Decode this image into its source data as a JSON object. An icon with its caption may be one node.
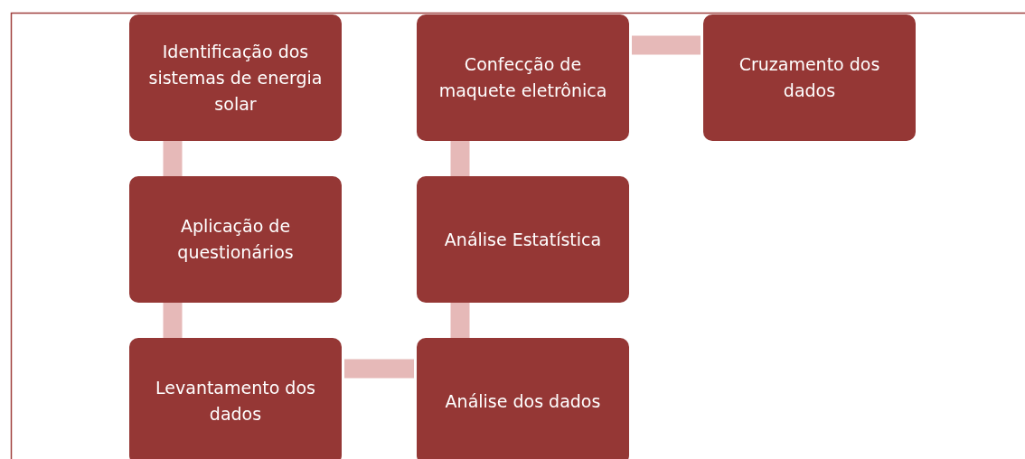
{
  "diagram": {
    "nodes": [
      {
        "text": [
          "Identificação dos sistemas de energia solar"
        ]
      },
      {
        "text": [
          "Aplicação de questionários"
        ]
      },
      {
        "text": [
          "Levantamento dos dados"
        ]
      },
      {
        "text": [
          "Análise dos dados"
        ]
      },
      {
        "text": [
          "Análise Estatística"
        ]
      },
      {
        "text": [
          "Confecção de maquete eletrônica"
        ]
      },
      {
        "text": [
          "Cruzamento dos dados"
        ]
      }
    ],
    "edges": [
      {
        "from": 0,
        "to": 1,
        "arrow": "none"
      },
      {
        "from": 1,
        "to": 2,
        "arrow": "none"
      },
      {
        "from": 2,
        "to": 3,
        "arrow": "none"
      },
      {
        "from": 3,
        "to": 4,
        "arrow": "none"
      },
      {
        "from": 4,
        "to": 5,
        "arrow": "none"
      },
      {
        "from": 5,
        "to": 6,
        "arrow": "none"
      }
    ]
  }
}
